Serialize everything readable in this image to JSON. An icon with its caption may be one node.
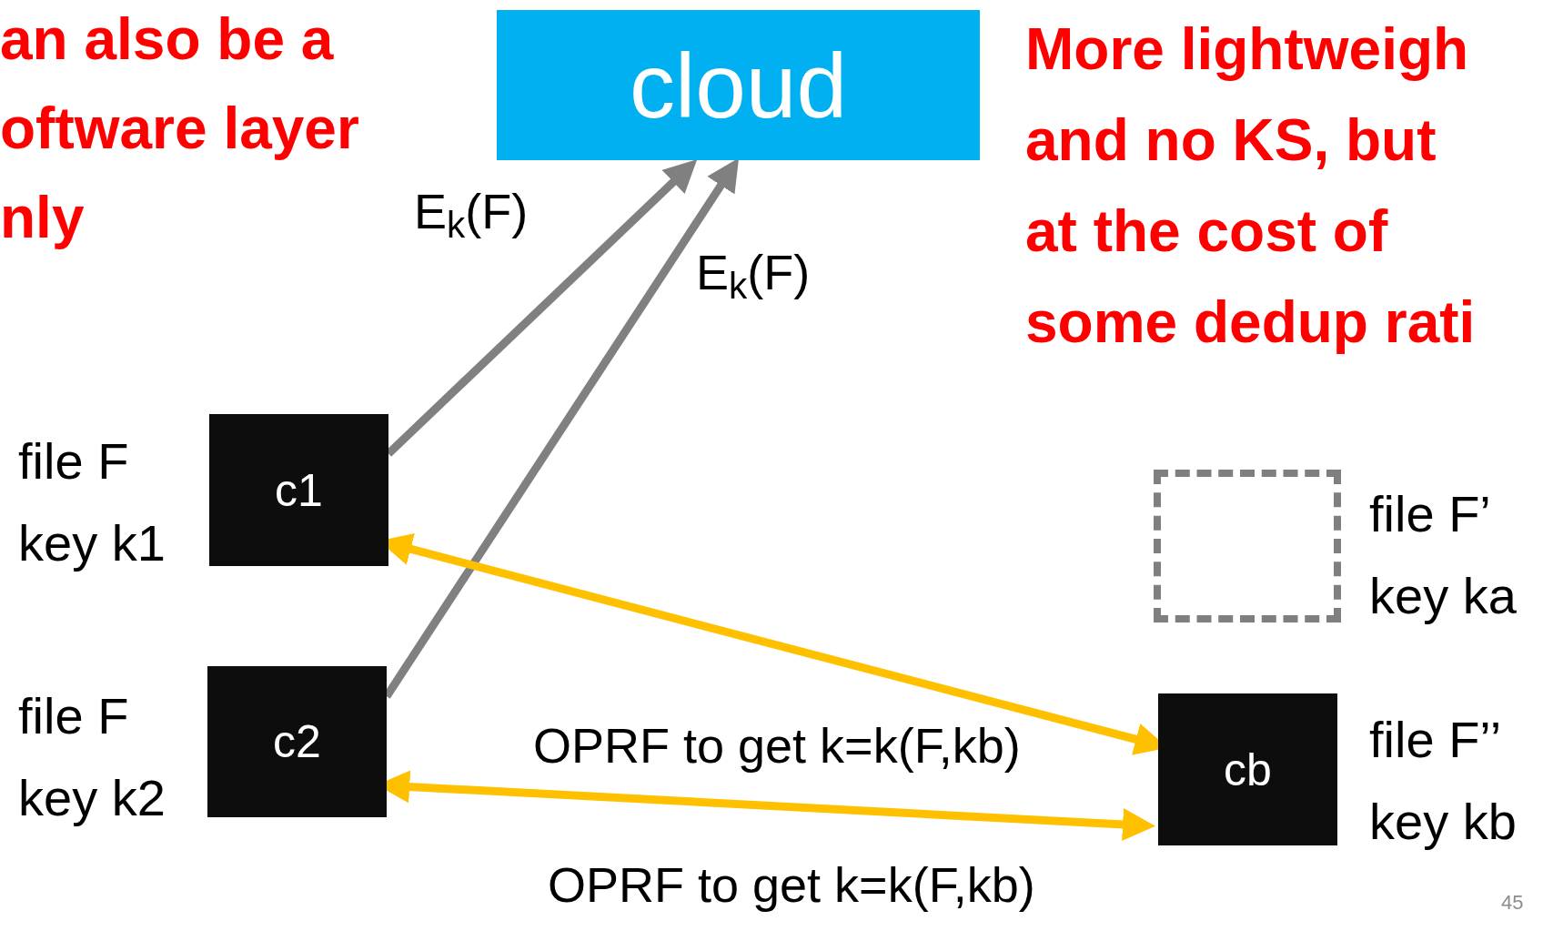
{
  "diagram": {
    "nodes": [
      {
        "text": [
          "cloud"
        ]
      },
      {
        "text": [
          "c1"
        ],
        "beside": [
          "file F",
          "key k1"
        ]
      },
      {
        "text": [
          "c2"
        ],
        "beside": [
          "file F",
          "key k2"
        ]
      },
      {
        "text": [],
        "shape": "box",
        "beside": [
          "file F’",
          "key ka"
        ]
      },
      {
        "text": [
          "cb"
        ],
        "beside": [
          "file F’’",
          "key kb"
        ]
      }
    ],
    "edges": [
      {
        "from": 1,
        "to": 0,
        "arrow": "to",
        "label": "E$_{k}$(F)"
      },
      {
        "from": 2,
        "to": 0,
        "arrow": "to",
        "label": "E$_{k}$(F)"
      },
      {
        "from": 1,
        "to": 4,
        "arrow": "both",
        "label": "OPRF to get k=k(F,kb)",
        "color": "#ffc000"
      },
      {
        "from": 2,
        "to": 4,
        "arrow": "both",
        "label": "OPRF to get k=k(F,kb)",
        "color": "#ffc000"
      }
    ],
    "labels": [
      "an also be a oftware layer nly",
      "More lightweigh and no KS, but at the cost of some dedup rati",
      "45"
    ]
  }
}
